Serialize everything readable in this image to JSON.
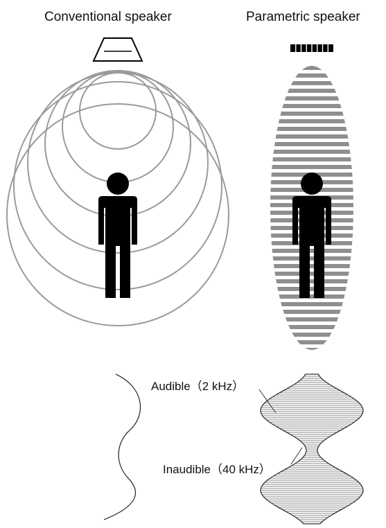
{
  "titles": {
    "conventional": "Conventional speaker",
    "parametric": "Parametric speaker"
  },
  "labels": {
    "audible": "Audible（2 kHz）",
    "inaudible": "Inaudible（40 kHz）"
  },
  "colors": {
    "wave": "#9a9a9a",
    "figure": "#000000",
    "text": "#111111"
  },
  "icons": {
    "conventional_speaker": "trapezoid-speaker-icon",
    "parametric_speaker": "array-speaker-icon",
    "listener": "person-icon"
  }
}
